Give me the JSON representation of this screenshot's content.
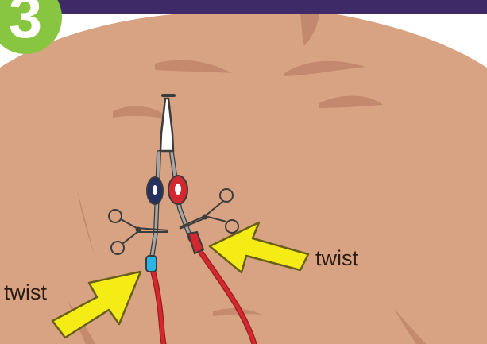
{
  "step": {
    "number": "3"
  },
  "labels": {
    "twist_right": "twist",
    "twist_left": "twist"
  },
  "colors": {
    "skin": "#d8a383",
    "skin_shadow": "#c1876c",
    "header_bar": "#3e2a66",
    "badge": "#88c540",
    "arrow_fill": "#f4ec14",
    "arrow_stroke": "#6a5f16",
    "venous_blue": "#24305e",
    "arterial_red": "#d3282f",
    "line_red": "#c6202a",
    "clamp_cyan": "#2bb5e6",
    "catheter_gray": "#9a9a9a"
  },
  "icons": [
    "chest-illustration",
    "catheter-icon",
    "clamp-icon",
    "arrow-icon"
  ]
}
